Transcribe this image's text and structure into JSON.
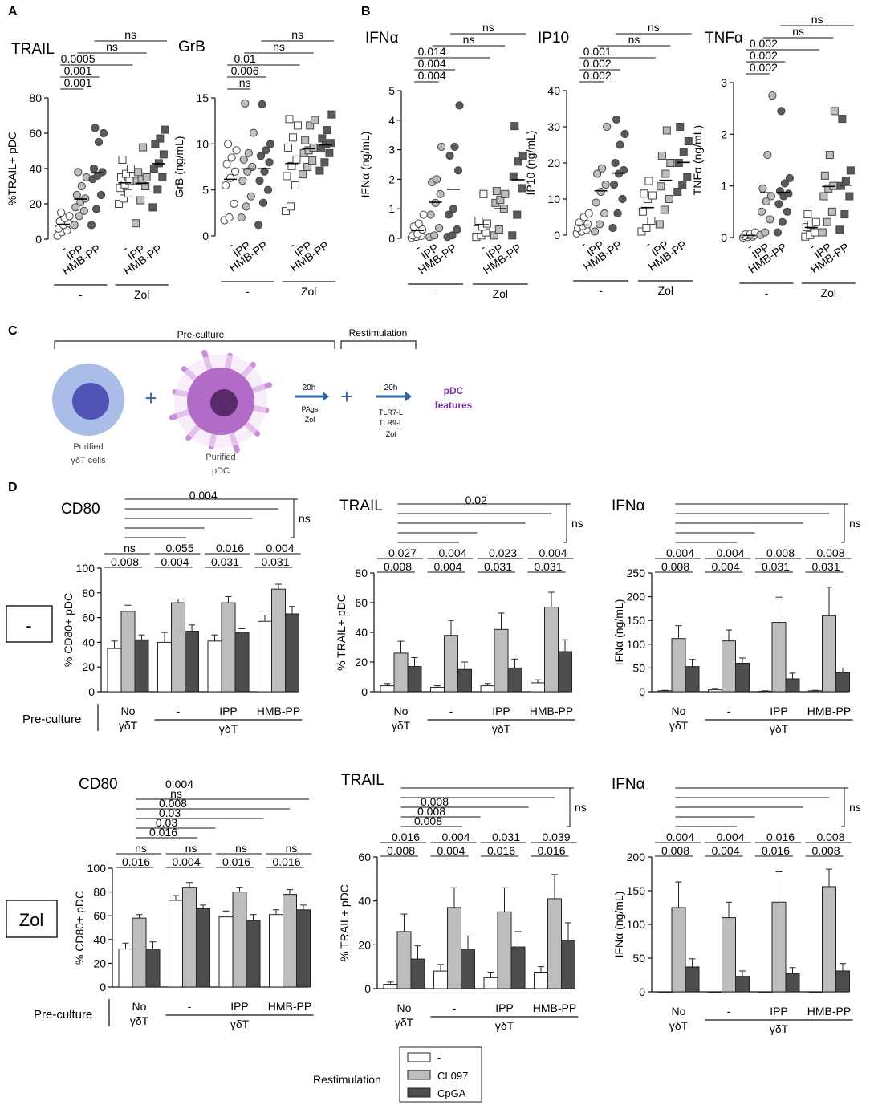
{
  "panels": {
    "A": "A",
    "B": "B",
    "C": "C",
    "D": "D"
  },
  "scatter_common": {
    "x_labels": [
      "-",
      "IPP",
      "HMB-PP",
      "-",
      "IPP",
      "HMB-PP"
    ],
    "group_labels": [
      "-",
      "Zol"
    ]
  },
  "schematic": {
    "preculture": "Pre-culture",
    "restimulation": "Restimulation",
    "cell1_line1": "Purified",
    "cell1_line2": "γδT cells",
    "cell2_line1": "Purified",
    "cell2_line2": "pDC",
    "plus": "+",
    "arrow1_time": "20h",
    "arrow1_line1": "PAgs",
    "arrow1_line2": "Zol",
    "arrow2_time": "20h",
    "arrow2_line1": "TLR7-L",
    "arrow2_line2": "TLR9-L",
    "arrow2_line3": "Zol",
    "result_line1": "pDC",
    "result_line2": "features"
  },
  "bar_common": {
    "x_top": [
      "No",
      "-",
      "IPP",
      "HMB-PP"
    ],
    "no_sub": "γδT",
    "gd_label": "γδT",
    "preculture": "Pre-culture",
    "row_labels": [
      "-",
      "Zol"
    ]
  },
  "legend": {
    "title": "Restimulation",
    "items": [
      "-",
      "CL097",
      "CpGA"
    ]
  },
  "colors": {
    "white": "#ffffff",
    "light": "#bdbdbd",
    "mid": "#8c8c8c",
    "dark": "#4d4d4d",
    "purple": "#7b2fa8",
    "arrow": "#2f64a6"
  },
  "chart_data": [
    {
      "type": "scatter",
      "title": "TRAIL",
      "ylabel": "%TRAIL+ pDC",
      "ylim": [
        0,
        80
      ],
      "yticks": [
        0,
        20,
        40,
        60,
        80
      ],
      "series": [
        {
          "values": [
            2,
            4,
            5,
            6,
            8,
            9,
            10,
            12,
            13,
            15
          ]
        },
        {
          "values": [
            8,
            13,
            16,
            18,
            21,
            23,
            25,
            30,
            35,
            38
          ]
        },
        {
          "values": [
            8,
            17,
            25,
            34,
            36,
            38,
            40,
            55,
            60,
            63
          ]
        },
        {
          "values": [
            20,
            23,
            26,
            29,
            31,
            33,
            35,
            37,
            40,
            45
          ]
        },
        {
          "values": [
            9,
            22,
            30,
            33,
            34,
            35,
            38,
            52
          ]
        },
        {
          "values": [
            18,
            28,
            35,
            40,
            43,
            48,
            54,
            57,
            62
          ]
        }
      ],
      "sig": [
        {
          "text": "0.001",
          "level": 1
        },
        {
          "text": "0.001",
          "level": 2
        },
        {
          "text": "0.0005",
          "level": 3
        },
        {
          "text": "ns",
          "level": 4
        },
        {
          "text": "ns",
          "level": 5
        }
      ]
    },
    {
      "type": "scatter",
      "title": "GrB",
      "ylabel": "GrB (ng/mL)",
      "ylim": [
        0,
        15
      ],
      "yticks": [
        0,
        5,
        10,
        15
      ],
      "series": [
        {
          "values": [
            1.7,
            2.0,
            3.5,
            5.5,
            6.3,
            7.0,
            7.8,
            8.5,
            9.3,
            10.0
          ]
        },
        {
          "values": [
            2.0,
            3.2,
            4.3,
            6.0,
            7.0,
            7.5,
            8.3,
            9.0,
            11.2,
            14.4
          ]
        },
        {
          "values": [
            1.2,
            3.6,
            5.0,
            6.0,
            7.0,
            8.0,
            8.7,
            9.3,
            10.0,
            14.3
          ]
        },
        {
          "values": [
            2.7,
            3.2,
            5.5,
            6.5,
            7.6,
            8.3,
            9.6,
            10.7,
            12.0,
            12.7
          ]
        },
        {
          "values": [
            6.7,
            7.5,
            8.2,
            9.0,
            9.3,
            9.6,
            10.4,
            12.0,
            12.6
          ]
        },
        {
          "values": [
            7.1,
            8.0,
            9.0,
            9.5,
            10.0,
            10.1,
            10.6,
            11.5,
            13.2
          ]
        }
      ],
      "sig": [
        {
          "text": "ns",
          "level": 1
        },
        {
          "text": "0.006",
          "level": 2
        },
        {
          "text": "0.01",
          "level": 3
        },
        {
          "text": "ns",
          "level": 4
        },
        {
          "text": "ns",
          "level": 5
        }
      ]
    },
    {
      "type": "scatter",
      "title": "IFNα",
      "ylabel": "IFNα (ng/mL)",
      "ylim": [
        0,
        5
      ],
      "yticks": [
        0,
        1,
        2,
        3,
        4,
        5
      ],
      "series": [
        {
          "values": [
            0.02,
            0.05,
            0.08,
            0.1,
            0.15,
            0.3,
            0.4,
            0.5,
            0.8
          ]
        },
        {
          "values": [
            0.05,
            0.1,
            0.35,
            0.8,
            1.2,
            1.5,
            1.9,
            2.0,
            3.1
          ]
        },
        {
          "values": [
            0.05,
            0.1,
            0.3,
            0.8,
            1.0,
            2.3,
            2.8,
            3.1,
            4.5
          ]
        },
        {
          "values": [
            0.05,
            0.1,
            0.2,
            0.3,
            0.4,
            0.5,
            0.6,
            1.5
          ]
        },
        {
          "values": [
            0.1,
            0.3,
            1.0,
            1.2,
            1.3,
            1.5,
            1.6
          ]
        },
        {
          "values": [
            0.1,
            0.8,
            1.7,
            2.1,
            2.6,
            2.8,
            3.8
          ]
        }
      ],
      "sig": [
        {
          "text": "0.004",
          "level": 1
        },
        {
          "text": "0.004",
          "level": 2
        },
        {
          "text": "0.014",
          "level": 3
        },
        {
          "text": "ns",
          "level": 4
        },
        {
          "text": "ns",
          "level": 5
        }
      ]
    },
    {
      "type": "scatter",
      "title": "IP10",
      "ylabel": "IP10 (ng/mL)",
      "ylim": [
        0,
        40
      ],
      "yticks": [
        0,
        10,
        20,
        30,
        40
      ],
      "series": [
        {
          "values": [
            0.5,
            1.0,
            1.5,
            2.0,
            2.5,
            3.0,
            3.5,
            5.0,
            6.0
          ]
        },
        {
          "values": [
            1.0,
            3.0,
            6.0,
            9.0,
            12.0,
            14.0,
            17.0,
            18.5,
            30.0
          ]
        },
        {
          "values": [
            2.0,
            6.0,
            10.0,
            14.0,
            17.0,
            18.0,
            20.0,
            25.0,
            28.0,
            32.0
          ]
        },
        {
          "values": [
            1.0,
            2.0,
            4.0,
            6.5,
            10.0,
            11.0,
            11.5,
            15.0
          ]
        },
        {
          "values": [
            3.0,
            7.0,
            10.0,
            13.5,
            17.0,
            20.0,
            22.0,
            29.0
          ]
        },
        {
          "values": [
            12.0,
            14.0,
            16.0,
            20.0,
            23.0,
            26.0,
            30.0
          ]
        }
      ],
      "sig": [
        {
          "text": "0.002",
          "level": 1
        },
        {
          "text": "0.002",
          "level": 2
        },
        {
          "text": "0.001",
          "level": 3
        },
        {
          "text": "ns",
          "level": 4
        },
        {
          "text": "ns",
          "level": 5
        }
      ]
    },
    {
      "type": "scatter",
      "title": "TNFα",
      "ylabel": "TNFα (ng/mL)",
      "ylim": [
        0,
        3
      ],
      "yticks": [
        0,
        1,
        2,
        3
      ],
      "series": [
        {
          "values": [
            0.0,
            0.01,
            0.02,
            0.03,
            0.04,
            0.05,
            0.06,
            0.07,
            0.1
          ]
        },
        {
          "values": [
            0.05,
            0.1,
            0.35,
            0.5,
            0.7,
            0.8,
            0.95,
            1.6,
            2.75
          ]
        },
        {
          "values": [
            0.1,
            0.3,
            0.5,
            0.65,
            0.8,
            0.85,
            0.9,
            1.05,
            1.15,
            2.45
          ]
        },
        {
          "values": [
            0.02,
            0.05,
            0.1,
            0.2,
            0.25,
            0.3,
            0.45
          ]
        },
        {
          "values": [
            0.1,
            0.3,
            0.5,
            0.8,
            0.95,
            1.0,
            1.2,
            1.6,
            2.45
          ]
        },
        {
          "values": [
            0.15,
            0.45,
            0.8,
            1.0,
            1.1,
            1.3,
            2.3
          ]
        }
      ],
      "sig": [
        {
          "text": "0.002",
          "level": 1
        },
        {
          "text": "0.002",
          "level": 2
        },
        {
          "text": "0.002",
          "level": 3
        },
        {
          "text": "ns",
          "level": 4
        },
        {
          "text": "ns",
          "level": 5
        }
      ]
    },
    {
      "type": "bar",
      "title": "CD80",
      "ylabel": "% CD80+ pDC",
      "ylim": [
        0,
        100
      ],
      "yticks": [
        0,
        20,
        40,
        60,
        80,
        100
      ],
      "series": [
        {
          "name": "-",
          "values": [
            35,
            40,
            41,
            57
          ],
          "errors": [
            6,
            8,
            5,
            5
          ]
        },
        {
          "name": "CL097",
          "values": [
            65,
            72,
            72,
            83
          ],
          "errors": [
            5,
            3,
            5,
            4
          ]
        },
        {
          "name": "CpGA",
          "values": [
            42,
            49,
            48,
            63
          ],
          "errors": [
            4,
            5,
            3,
            6
          ]
        }
      ],
      "pairs": [
        [
          "ns",
          "0.008"
        ],
        [
          "0.055",
          "0.004"
        ],
        [
          "0.016",
          "0.031"
        ],
        [
          "0.004",
          "0.031"
        ]
      ],
      "top_value": "0.004",
      "bracket": "ns"
    },
    {
      "type": "bar",
      "title": "TRAIL",
      "ylabel": "% TRAIL+ pDC",
      "ylim": [
        0,
        80
      ],
      "yticks": [
        0,
        20,
        40,
        60,
        80
      ],
      "series": [
        {
          "name": "-",
          "values": [
            4,
            3,
            4,
            6
          ],
          "errors": [
            1.5,
            1,
            1.5,
            2
          ]
        },
        {
          "name": "CL097",
          "values": [
            26,
            38,
            42,
            57
          ],
          "errors": [
            8,
            10,
            11,
            10
          ]
        },
        {
          "name": "CpGA",
          "values": [
            17,
            15,
            16,
            27
          ],
          "errors": [
            6,
            5,
            6,
            8
          ]
        }
      ],
      "pairs": [
        [
          "0.027",
          "0.008"
        ],
        [
          "0.004",
          "0.004"
        ],
        [
          "0.023",
          "0.031"
        ],
        [
          "0.004",
          "0.031"
        ]
      ],
      "top_value": "0.02",
      "bracket": "ns"
    },
    {
      "type": "bar",
      "title": "IFNα",
      "ylabel": "IFNα (ng/mL)",
      "ylim": [
        0,
        250
      ],
      "yticks": [
        0,
        50,
        100,
        150,
        200,
        250
      ],
      "series": [
        {
          "name": "-",
          "values": [
            2,
            4,
            1,
            2
          ],
          "errors": [
            1,
            3,
            1,
            1
          ]
        },
        {
          "name": "CL097",
          "values": [
            112,
            107,
            146,
            160
          ],
          "errors": [
            27,
            23,
            53,
            60
          ]
        },
        {
          "name": "CpGA",
          "values": [
            53,
            60,
            27,
            40
          ],
          "errors": [
            15,
            11,
            12,
            10
          ]
        }
      ],
      "pairs": [
        [
          "0.004",
          "0.008"
        ],
        [
          "0.004",
          "0.004"
        ],
        [
          "0.008",
          "0.031"
        ],
        [
          "0.008",
          "0.031"
        ]
      ],
      "top_value": "",
      "bracket": "ns"
    },
    {
      "type": "bar",
      "title": "CD80",
      "ylabel": "% CD80+ pDC",
      "ylim": [
        0,
        100
      ],
      "yticks": [
        0,
        20,
        40,
        60,
        80,
        100
      ],
      "series": [
        {
          "name": "-",
          "values": [
            32,
            73,
            59,
            61
          ],
          "errors": [
            5,
            4,
            5,
            4
          ]
        },
        {
          "name": "CL097",
          "values": [
            58,
            84,
            80,
            78
          ],
          "errors": [
            3,
            4,
            4,
            4
          ]
        },
        {
          "name": "CpGA",
          "values": [
            32,
            66,
            56,
            65
          ],
          "errors": [
            6,
            3,
            5,
            4
          ]
        }
      ],
      "pairs": [
        [
          "ns",
          "0.016"
        ],
        [
          "ns",
          "0.004"
        ],
        [
          "ns",
          "0.016"
        ],
        [
          "ns",
          "0.016"
        ]
      ],
      "sig_stack": [
        "0.016",
        "0.03",
        "0.03",
        "0.008",
        "ns",
        "0.004"
      ],
      "bracket": ""
    },
    {
      "type": "bar",
      "title": "TRAIL",
      "ylabel": "% TRAIL+ pDC",
      "ylim": [
        0,
        60
      ],
      "yticks": [
        0,
        20,
        40,
        60
      ],
      "series": [
        {
          "name": "-",
          "values": [
            2,
            8,
            5,
            7.5
          ],
          "errors": [
            1,
            3,
            2.5,
            2.5
          ]
        },
        {
          "name": "CL097",
          "values": [
            26,
            37,
            35,
            41
          ],
          "errors": [
            8,
            9,
            11,
            11
          ]
        },
        {
          "name": "CpGA",
          "values": [
            13.5,
            18,
            19,
            22
          ],
          "errors": [
            6,
            6,
            7,
            8
          ]
        }
      ],
      "pairs": [
        [
          "0.016",
          "0.008"
        ],
        [
          "0.004",
          "0.004"
        ],
        [
          "0.031",
          "0.016"
        ],
        [
          "0.039",
          "0.016"
        ]
      ],
      "sig_stack": [
        "0.008",
        "0.008",
        "0.008"
      ],
      "bracket": "ns"
    },
    {
      "type": "bar",
      "title": "IFNα",
      "ylabel": "IFNα (ng/mL)",
      "ylim": [
        0,
        200
      ],
      "yticks": [
        0,
        50,
        100,
        150,
        200
      ],
      "series": [
        {
          "name": "-",
          "values": [
            0,
            0,
            0,
            0
          ],
          "errors": [
            0,
            0,
            0,
            0
          ]
        },
        {
          "name": "CL097",
          "values": [
            125,
            110,
            133,
            156
          ],
          "errors": [
            38,
            23,
            45,
            26
          ]
        },
        {
          "name": "CpGA",
          "values": [
            37,
            23,
            27,
            31
          ],
          "errors": [
            12,
            8,
            9,
            11
          ]
        }
      ],
      "pairs": [
        [
          "0.004",
          "0.008"
        ],
        [
          "0.004",
          "0.004"
        ],
        [
          "0.016",
          "0.016"
        ],
        [
          "0.008",
          "0.008"
        ]
      ],
      "bracket": "ns"
    }
  ]
}
